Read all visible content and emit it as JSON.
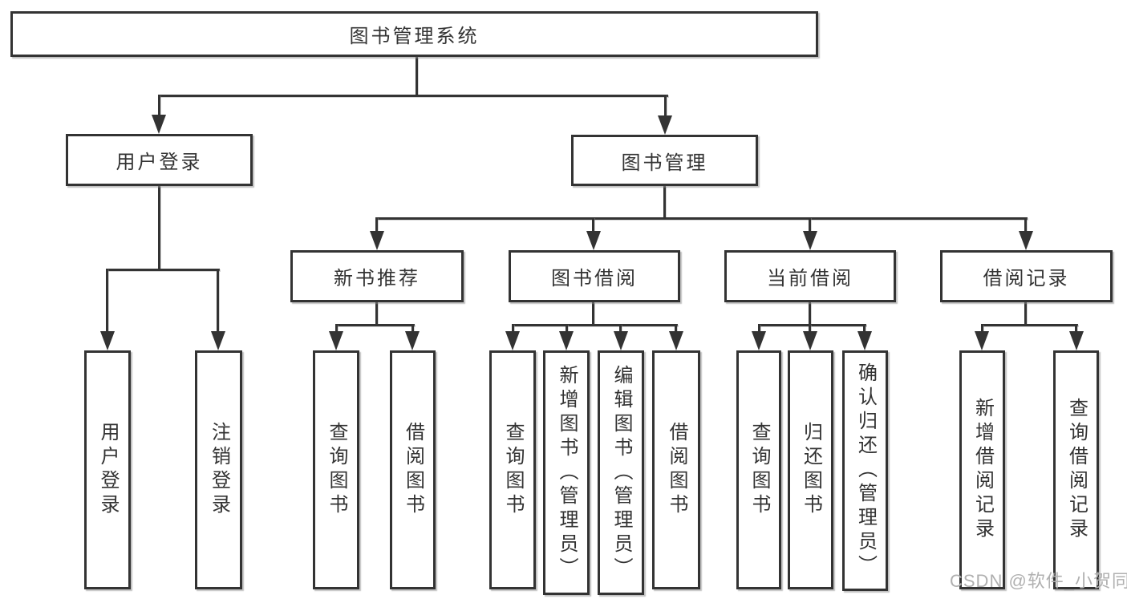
{
  "tree": {
    "label": "图书管理系统",
    "children": [
      {
        "label": "用户登录",
        "children": [
          {
            "label": "用户登录"
          },
          {
            "label": "注销登录"
          }
        ]
      },
      {
        "label": "图书管理",
        "children": [
          {
            "label": "新书推荐",
            "children": [
              {
                "label": "查询图书"
              },
              {
                "label": "借阅图书"
              }
            ]
          },
          {
            "label": "图书借阅",
            "children": [
              {
                "label": "查询图书"
              },
              {
                "label": "新增图书（管理员）"
              },
              {
                "label": "编辑图书（管理员）"
              },
              {
                "label": "借阅图书"
              }
            ]
          },
          {
            "label": "当前借阅",
            "children": [
              {
                "label": "查询图书"
              },
              {
                "label": "归还图书"
              },
              {
                "label": "确认归还（管理员）"
              }
            ]
          },
          {
            "label": "借阅记录",
            "children": [
              {
                "label": "新增借阅记录"
              },
              {
                "label": "查询借阅记录"
              }
            ]
          }
        ]
      }
    ]
  },
  "watermark": "CSDN @软件_小贺同学",
  "colors": {
    "line": "#333333",
    "text": "#333333",
    "box_background": "#ffffff",
    "watermark": "#b0b0b0"
  }
}
